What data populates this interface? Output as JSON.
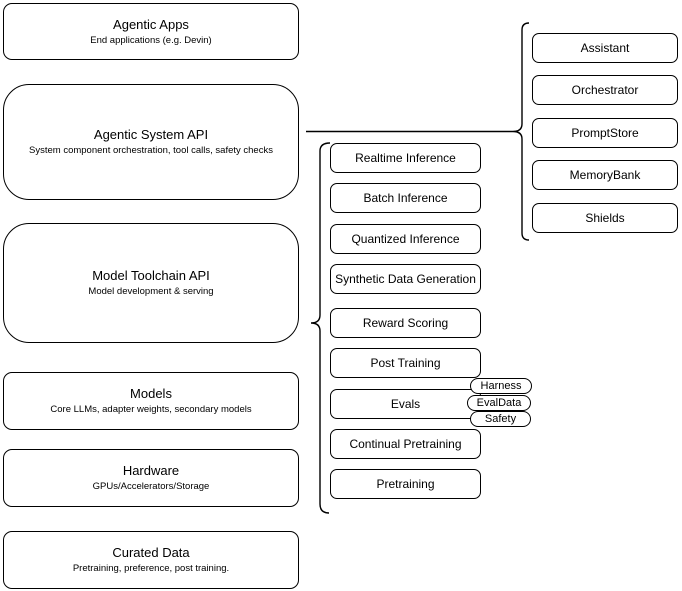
{
  "diagram": {
    "colors": {
      "stroke": "#000000",
      "background": "#ffffff",
      "text": "#000000"
    },
    "stack_column": {
      "boxes": [
        {
          "title": "Agentic Apps",
          "subtitle": "End applications (e.g. Devin)"
        },
        {
          "title": "Agentic System API",
          "subtitle": "System component orchestration, tool calls, safety checks"
        },
        {
          "title": "Model Toolchain API",
          "subtitle": "Model development & serving"
        },
        {
          "title": "Models",
          "subtitle": "Core LLMs, adapter weights, secondary models"
        },
        {
          "title": "Hardware",
          "subtitle": "GPUs/Accelerators/Storage"
        },
        {
          "title": "Curated Data",
          "subtitle": "Pretraining, preference, post training."
        }
      ]
    },
    "toolchain_column": {
      "items": [
        "Realtime Inference",
        "Batch Inference",
        "Quantized Inference",
        "Synthetic Data Generation",
        "Reward Scoring",
        "Post Training",
        "Evals",
        "Continual Pretraining",
        "Pretraining"
      ]
    },
    "evals_pills": [
      "Harness",
      "EvalData",
      "Safety"
    ],
    "system_components_column": {
      "items": [
        "Assistant",
        "Orchestrator",
        "PromptStore",
        "MemoryBank",
        "Shields"
      ]
    }
  }
}
